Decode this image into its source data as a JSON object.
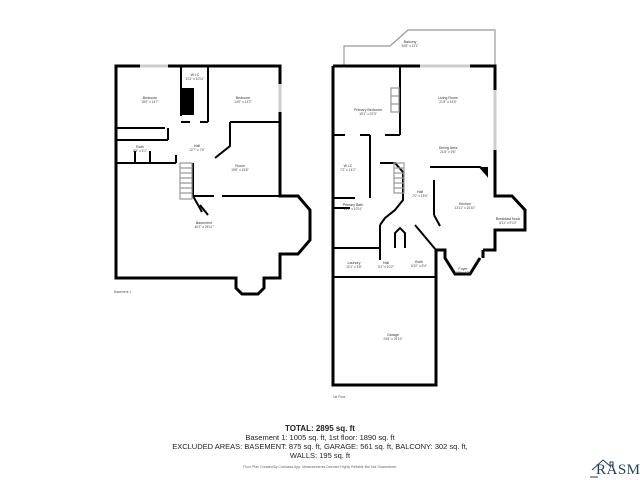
{
  "floors": [
    {
      "label": "Basement 1",
      "rooms": [
        {
          "name": "Bedroom",
          "dims": "15'0\" x 14'7\""
        },
        {
          "name": "W.I.C",
          "dims": "5'11\" x 10'11\""
        },
        {
          "name": "Bedroom",
          "dims": "14'0\" x 14'2\""
        },
        {
          "name": "Bath",
          "dims": "8'8\" x 5'1\""
        },
        {
          "name": "Hall",
          "dims": "12'7\" x 7'6\""
        },
        {
          "name": "Room",
          "dims": "19'6\" x 15'6\""
        },
        {
          "name": "Basement",
          "dims": "46'1\" x 25'11\""
        }
      ]
    },
    {
      "label": "1st Floor",
      "rooms": [
        {
          "name": "Balcony",
          "dims": "34'8\" x 12'1\""
        },
        {
          "name": "Primary Bedroom",
          "dims": "15'1\" x 22'3\""
        },
        {
          "name": "Living Room",
          "dims": "21'8\" x 14'6\""
        },
        {
          "name": "Dining Area",
          "dims": "21'8\" x 9'6\""
        },
        {
          "name": "W.I.C",
          "dims": "7'2\" x 14'2\""
        },
        {
          "name": "Hall",
          "dims": "7'0\" x 15'6\""
        },
        {
          "name": "Kitchen",
          "dims": "13'11\" x 16'10\""
        },
        {
          "name": "Primary Bath",
          "dims": "14'1\" x 10'11\""
        },
        {
          "name": "Breakfast Nook",
          "dims": "8'11\" x 9'10\""
        },
        {
          "name": "Laundry",
          "dims": "10'1\" x 5'8\""
        },
        {
          "name": "Hall",
          "dims": "5'1\" x 10'2\""
        },
        {
          "name": "Bath",
          "dims": "8'10\" x 8'4\""
        },
        {
          "name": "Foyer",
          "dims": "10'6\" x 12'4\""
        },
        {
          "name": "Garage",
          "dims": "23'6\" x 23'10\""
        }
      ]
    }
  ],
  "summary": {
    "total": "TOTAL: 2895 sq. ft",
    "breakdown": "Basement 1: 1005 sq. ft, 1st floor: 1890 sq. ft",
    "excluded": "EXCLUDED AREAS: BASEMENT: 875 sq. ft, GARAGE: 561 sq. ft, BALCONY: 302 sq. ft,",
    "walls": "WALLS: 195 sq. ft"
  },
  "credit": "Floor Plan Created By Cubicasa App. Measurements Deemed Highly Reliable But Not Guaranteed.",
  "logo": {
    "text": "RASM",
    "color": "#1f3f5c"
  }
}
